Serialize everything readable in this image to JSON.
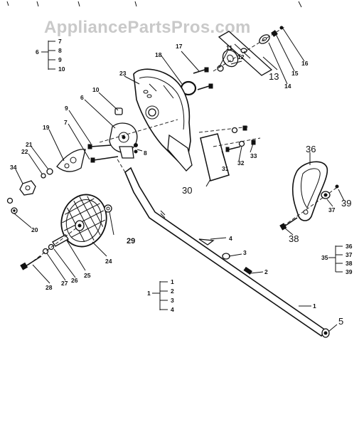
{
  "watermark": "AppliancePartsPros.com",
  "callouts": {
    "c1": "1",
    "c2": "2",
    "c3": "3",
    "c4": "4",
    "c5": "5",
    "c6": "6",
    "c7": "7",
    "c8": "8",
    "c9": "9",
    "c10": "10",
    "c11": "11",
    "c12": "12",
    "c13": "13",
    "c14": "14",
    "c15": "15",
    "c16": "16",
    "c17": "17",
    "c18": "18",
    "c19": "19",
    "c20": "20",
    "c21": "21",
    "c22": "22",
    "c23": "23",
    "c24": "24",
    "c25": "25",
    "c26": "26",
    "c27": "27",
    "c28": "28",
    "c29": "29",
    "c30": "30",
    "c31": "31",
    "c32": "32",
    "c33": "33",
    "c34": "34",
    "c35": "35",
    "c36": "36",
    "c37": "37",
    "c38": "38",
    "c39": "39"
  },
  "groups": {
    "g6": {
      "parent": "6",
      "items": [
        "7",
        "8",
        "9",
        "10"
      ]
    },
    "g1": {
      "parent": "1",
      "items": [
        "1",
        "2",
        "3",
        "4"
      ]
    },
    "g35": {
      "parent": "35",
      "items": [
        "36",
        "37",
        "38",
        "39"
      ]
    }
  }
}
